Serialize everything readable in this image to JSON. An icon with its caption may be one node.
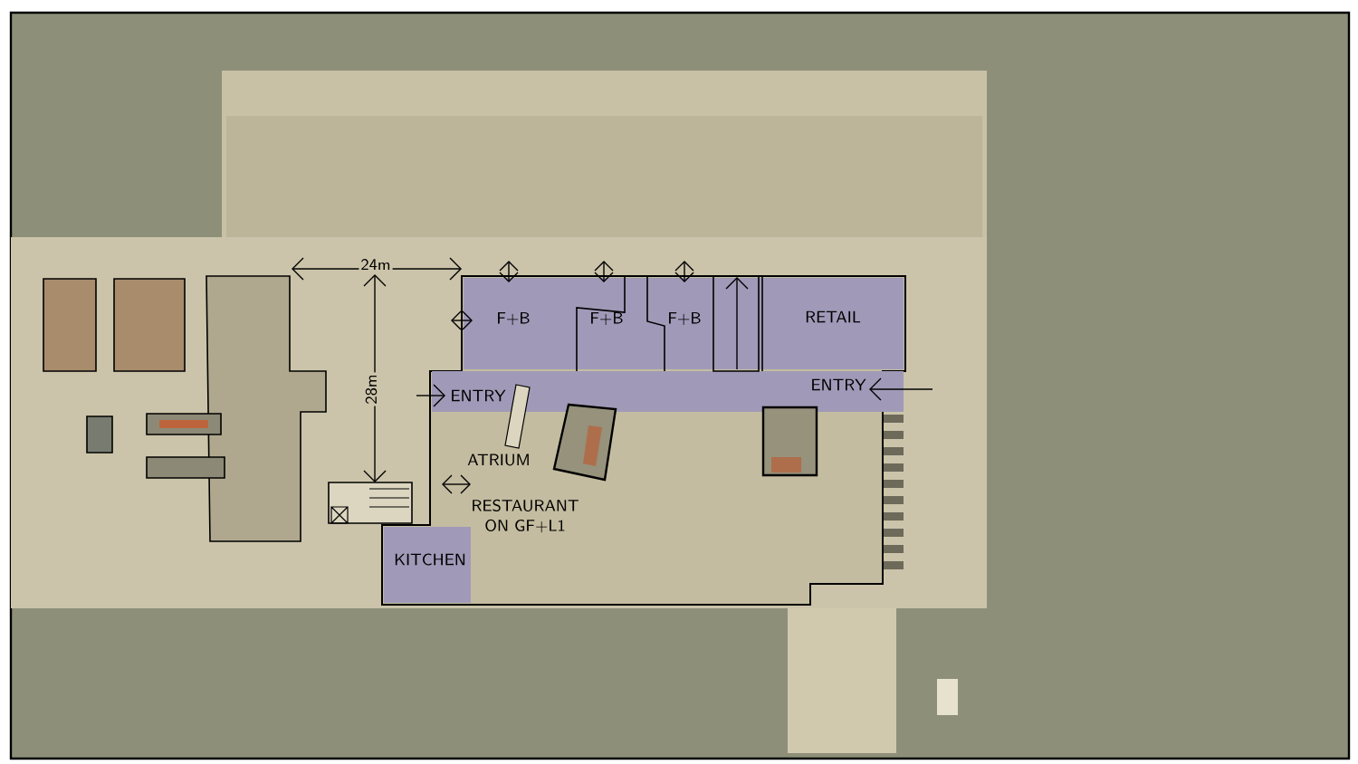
{
  "diagram": {
    "labels": [
      "24m",
      "F+B",
      "F+B",
      "F+B",
      "RETAIL",
      "28m",
      "ENTRY",
      "ENTRY",
      "ATRIUM",
      "RESTAURANT ON GF+L1",
      "KITCHEN"
    ]
  }
}
